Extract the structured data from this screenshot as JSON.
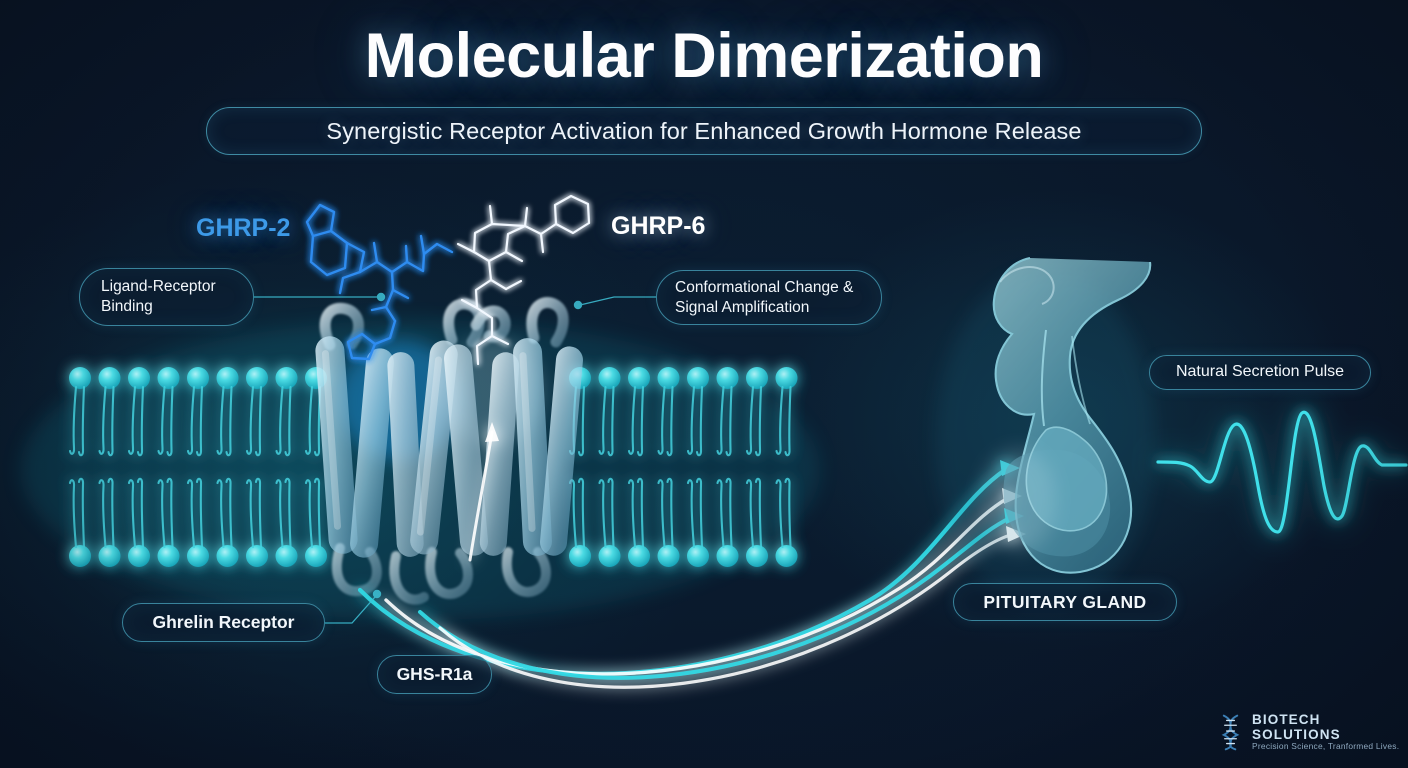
{
  "header": {
    "title": "Molecular Dimerization",
    "subtitle": "Synergistic Receptor Activation for Enhanced Growth Hormone Release"
  },
  "molecules": [
    {
      "id": "ghrp2",
      "label": "GHRP-2",
      "color": "#3d9ae8",
      "style": "blue-glow"
    },
    {
      "id": "ghrp6",
      "label": "GHRP-6",
      "color": "#ffffff",
      "style": "white-glow"
    }
  ],
  "callouts": [
    {
      "id": "ligand",
      "label": "Ligand-Receptor Binding",
      "line1": "Ligand-Receptor",
      "line2": "Binding"
    },
    {
      "id": "conformational",
      "label": "Conformational Change & Signal Amplification",
      "line1": "Conformational Change",
      "line2": "& Signal Amplification"
    },
    {
      "id": "secretion",
      "label": "Natural Secretion Pulse"
    },
    {
      "id": "ghrelin",
      "label": "Ghrelin Receptor"
    },
    {
      "id": "ghsr1a",
      "label": "GHS-R1a"
    },
    {
      "id": "pituitary",
      "label": "PITUITARY GLAND"
    }
  ],
  "diagram": {
    "membrane_label": "lipid-bilayer",
    "receptor_label": "ghs-r1a-gpcr-dimer",
    "organ_label": "pituitary-gland",
    "signal_arrows": 4,
    "waveform_label": "growth-hormone-secretion-pulse"
  },
  "colors": {
    "background": "#0a1729",
    "accent_cyan": "#2fd8e4",
    "accent_blue": "#3d9ae8",
    "pill_border": "#39849c",
    "text_primary": "#f2f7fb",
    "membrane_head": "#3fe0e8",
    "logo_blue": "#3b7fb5"
  },
  "logo": {
    "name": "BIOTECH SOLUTIONS",
    "tagline": "Precision Science, Tranformed Lives.",
    "icon": "dna-helix-icon"
  }
}
